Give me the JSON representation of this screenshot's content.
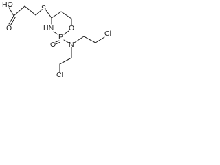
{
  "molecule": {
    "atoms": {
      "oh": "HO",
      "carbonyl_o": "O",
      "s": "S",
      "nh": "HN",
      "p": "P",
      "ring_o": "O",
      "po_o": "O",
      "n": "N",
      "cl_top": "Cl",
      "cl_bottom": "Cl"
    }
  }
}
